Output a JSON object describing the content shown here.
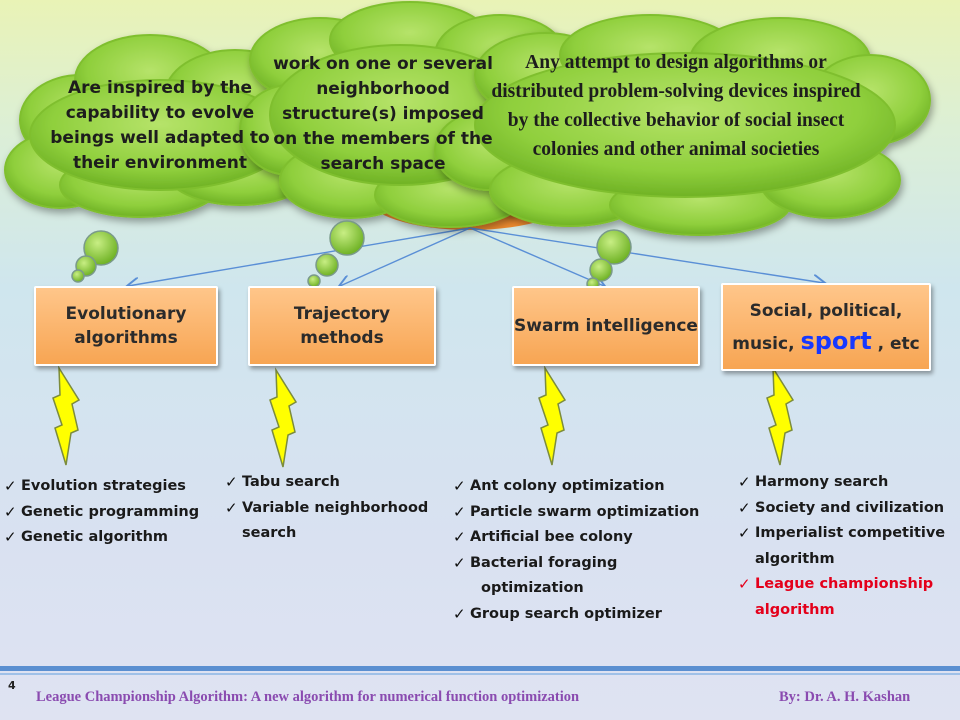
{
  "clouds": {
    "evolutionary": "Are inspired by the capability to evolve beings well adapted to their environment",
    "trajectory": "work on one or several neighborhood structure(s) imposed on the members of the search space",
    "swarm": "Any attempt to design algorithms or distributed problem-solving devices inspired by the collective behavior of social insect colonies and other animal societies"
  },
  "categories": [
    {
      "label": "Evolutionary algorithms"
    },
    {
      "label": "Trajectory methods"
    },
    {
      "label": "Swarm intelligence"
    },
    {
      "label_prefix": "Social, political, music, ",
      "label_highlight": "sport",
      "label_suffix": " , etc"
    }
  ],
  "lists": {
    "evolutionary": [
      "Evolution strategies",
      "Genetic programming",
      "Genetic algorithm"
    ],
    "trajectory": [
      "Tabu search",
      "Variable neighborhood",
      "search"
    ],
    "swarm": [
      "Ant colony optimization",
      "Particle swarm optimization",
      "Artificial bee colony",
      "Bacterial foraging",
      "optimization",
      "Group search optimizer"
    ],
    "social": [
      "Harmony search",
      "Society and civilization",
      "Imperialist competitive",
      "algorithm",
      "League championship",
      "algorithm"
    ]
  },
  "checkmark": "✓",
  "footer": {
    "page_number": "4",
    "title": "League Championship Algorithm: A new algorithm for numerical function optimization",
    "author": "By: Dr. A. H. Kashan"
  },
  "colors": {
    "cloud_green": "#8fcf3c",
    "box_orange": "#f8a95a",
    "bolt_yellow": "#ffff00",
    "highlight_blue": "#1638ff",
    "highlight_red": "#e4001b",
    "footer_purple": "#8a4bb0"
  },
  "icons": [
    "cloud-shape",
    "thought-bubble",
    "lightning-bolt-icon",
    "check-icon",
    "arrow-icon"
  ]
}
